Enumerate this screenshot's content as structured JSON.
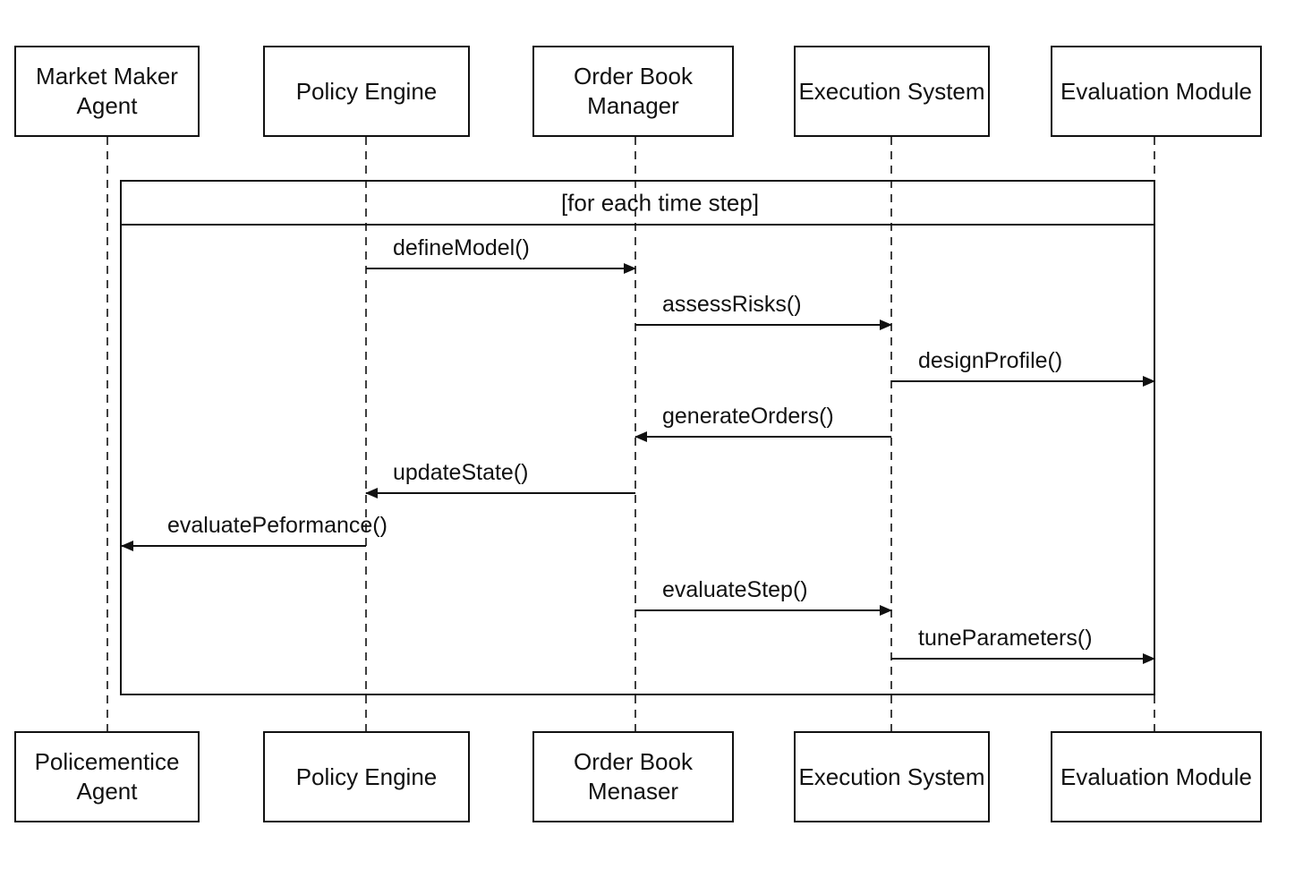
{
  "diagram": {
    "type": "uml-sequence",
    "stroke_color": "#111111",
    "background_color": "#ffffff",
    "participants_top": [
      {
        "id": "market-maker-agent",
        "label": "Market Maker\nAgent"
      },
      {
        "id": "policy-engine",
        "label": "Policy Engine"
      },
      {
        "id": "order-book-manager",
        "label": "Order Book\nManager"
      },
      {
        "id": "execution-system",
        "label": "Execution System"
      },
      {
        "id": "evaluation-module",
        "label": "Evaluation Module"
      }
    ],
    "participants_bottom": [
      {
        "id": "market-maker-agent",
        "label": "Policementice\nAgent"
      },
      {
        "id": "policy-engine",
        "label": "Policy Engine"
      },
      {
        "id": "order-book-manager",
        "label": "Order Book\nMenaser"
      },
      {
        "id": "execution-system",
        "label": "Execution System"
      },
      {
        "id": "evaluation-module",
        "label": "Evaluation Module"
      }
    ],
    "loop": {
      "label": "[for each time step]"
    },
    "messages": [
      {
        "label": "defineModel()",
        "from": "policy-engine",
        "to": "order-book-manager"
      },
      {
        "label": "assessRisks()",
        "from": "order-book-manager",
        "to": "execution-system"
      },
      {
        "label": "designProfile()",
        "from": "execution-system",
        "to": "evaluation-module"
      },
      {
        "label": "generateOrders()",
        "from": "execution-system",
        "to": "order-book-manager"
      },
      {
        "label": "updateState()",
        "from": "order-book-manager",
        "to": "policy-engine"
      },
      {
        "label": "evaluatePeformance()",
        "from": "policy-engine",
        "to": "market-maker-agent"
      },
      {
        "label": "evaluateStep()",
        "from": "order-book-manager",
        "to": "execution-system"
      },
      {
        "label": "tuneParameters()",
        "from": "execution-system",
        "to": "evaluation-module"
      }
    ]
  }
}
